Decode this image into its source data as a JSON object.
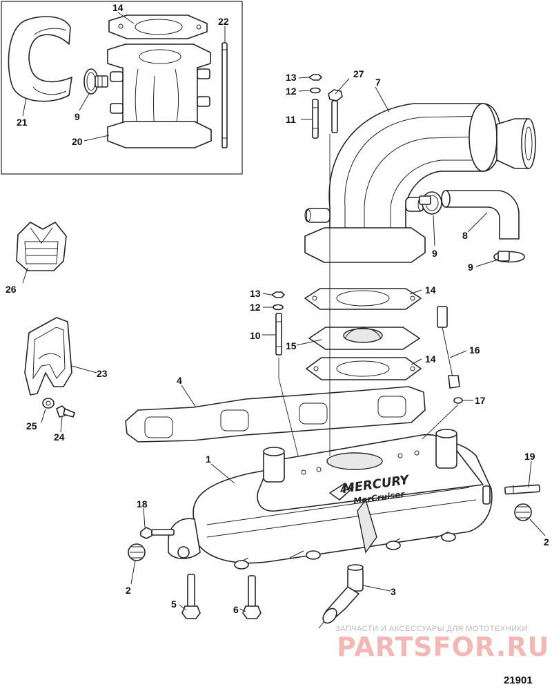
{
  "callouts": {
    "c1": "1",
    "c2a": "2",
    "c2b": "2",
    "c3": "3",
    "c4": "4",
    "c5": "5",
    "c6": "6",
    "c7": "7",
    "c8": "8",
    "c9a": "9",
    "c9b": "9",
    "c9c": "9",
    "c10": "10",
    "c11": "11",
    "c12a": "12",
    "c12b": "12",
    "c13a": "13",
    "c13b": "13",
    "c14a": "14",
    "c14b": "14",
    "c14c": "14",
    "c15": "15",
    "c16": "16",
    "c17": "17",
    "c18": "18",
    "c19": "19",
    "c20": "20",
    "c21": "21",
    "c22": "22",
    "c23": "23",
    "c24": "24",
    "c25": "25",
    "c26": "26",
    "c27": "27"
  },
  "brand": {
    "logo_main": "MERCURY",
    "logo_sub": "MerCruiser"
  },
  "figure_number": "21901",
  "watermark": {
    "line1": "ЗАПЧАСТИ И АКСЕССУАРЫ ДЛЯ МОТОТЕХНИКИ",
    "line2": "PARTSFOR.RU"
  },
  "colors": {
    "ink": "#222222",
    "watermark_text": "#b9b9b9",
    "watermark_logo": "#f2b8b8"
  }
}
